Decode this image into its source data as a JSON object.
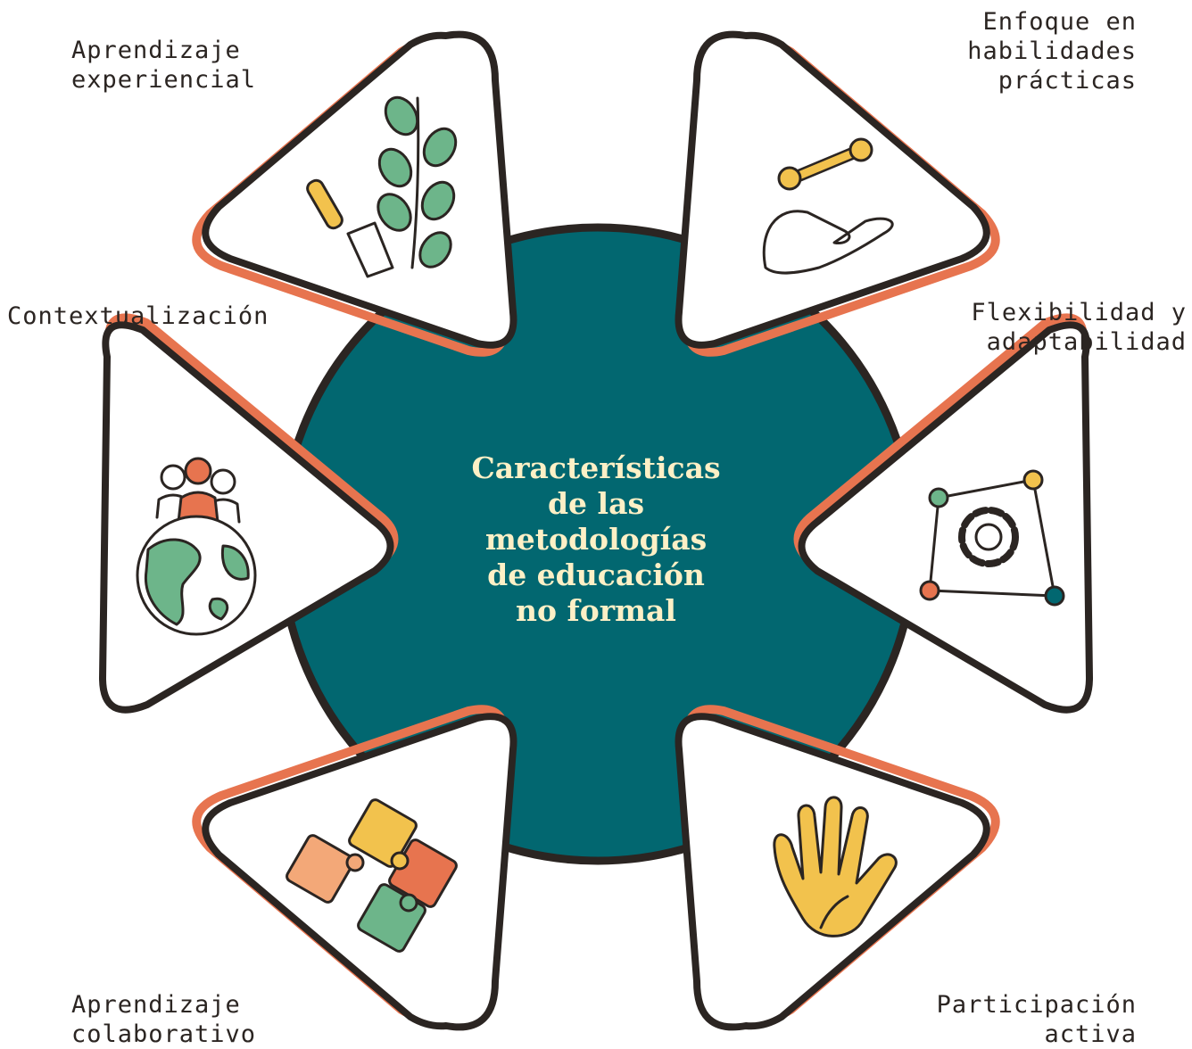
{
  "diagram": {
    "center_title": "Características\nde las\nmetodologías\nde educación\nno formal",
    "items": [
      {
        "label": "Aprendizaje\nexperiencial",
        "icon": "plant-and-trowel-icon"
      },
      {
        "label": "Enfoque en\nhabilidades\nprácticas",
        "icon": "wrench-and-hand-icon"
      },
      {
        "label": "Contextualización",
        "icon": "people-on-globe-icon"
      },
      {
        "label": "Flexibilidad y\nadaptabilidad",
        "icon": "gear-network-icon"
      },
      {
        "label": "Aprendizaje\ncolaborativo",
        "icon": "puzzle-pieces-icon"
      },
      {
        "label": "Participación\nactiva",
        "icon": "raised-hand-icon"
      }
    ]
  },
  "colors": {
    "teal": "#026770",
    "orange": "#e7744f",
    "ink": "#2b2522",
    "cream": "#fdf0c6",
    "green": "#6db58a",
    "yellow": "#f2c24d",
    "peach": "#f3a878"
  }
}
